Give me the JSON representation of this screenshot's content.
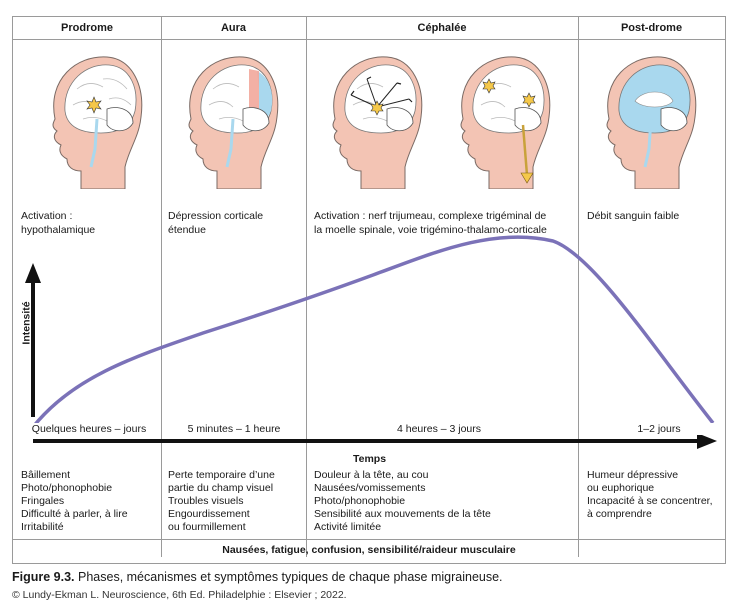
{
  "phases": [
    {
      "title": "Prodrome",
      "mechanism": "Activation :\nhypothalamique",
      "duration": "Quelques heures – jours",
      "symptoms": "Bâillement\nPhoto/phonophobie\nFringales\nDifficulté à parler, à lire\nIrritabilité"
    },
    {
      "title": "Aura",
      "mechanism": "Dépression corticale\nétendue",
      "duration": "5 minutes – 1 heure",
      "symptoms": "Perte temporaire d’une\npartie du champ visuel\nTroubles visuels\nEngourdissement\nou fourmillement"
    },
    {
      "title": "Céphalée",
      "mechanism": "Activation : nerf trijumeau, complexe trigéminal de\nla moelle spinale, voie trigémino-thalamo-corticale",
      "duration": "4 heures – 3 jours",
      "symptoms": "Douleur à la tête, au cou\nNausées/vomissements\nPhoto/phonophobie\nSensibilité aux mouvements de la tête\nActivité limitée"
    },
    {
      "title": "Post-drome",
      "mechanism": "Débit sanguin faible",
      "duration": "1–2 jours",
      "symptoms": "Humeur dépressive\nou euphorique\nIncapacité à se concentrer,\nà comprendre"
    }
  ],
  "axes": {
    "y": "Intensité",
    "x": "Temps"
  },
  "footer": "Nausées, fatigue, confusion, sensibilité/raideur musculaire",
  "caption": {
    "label": "Figure 9.3.",
    "text": " Phases, mécanismes et symptômes typiques de chaque phase migraineuse."
  },
  "credit": "© Lundy-Ekman L. Neuroscience, 6th Ed. Philadelphie : Elsevier ; 2022.",
  "colors": {
    "curve": "#7b72b8",
    "skin": "#f3c4b4",
    "brain": "#ffffff",
    "csf": "#a9d8ee",
    "aura": "#f2a79b",
    "spark": "#f5c84a",
    "arrow": "#111111"
  }
}
